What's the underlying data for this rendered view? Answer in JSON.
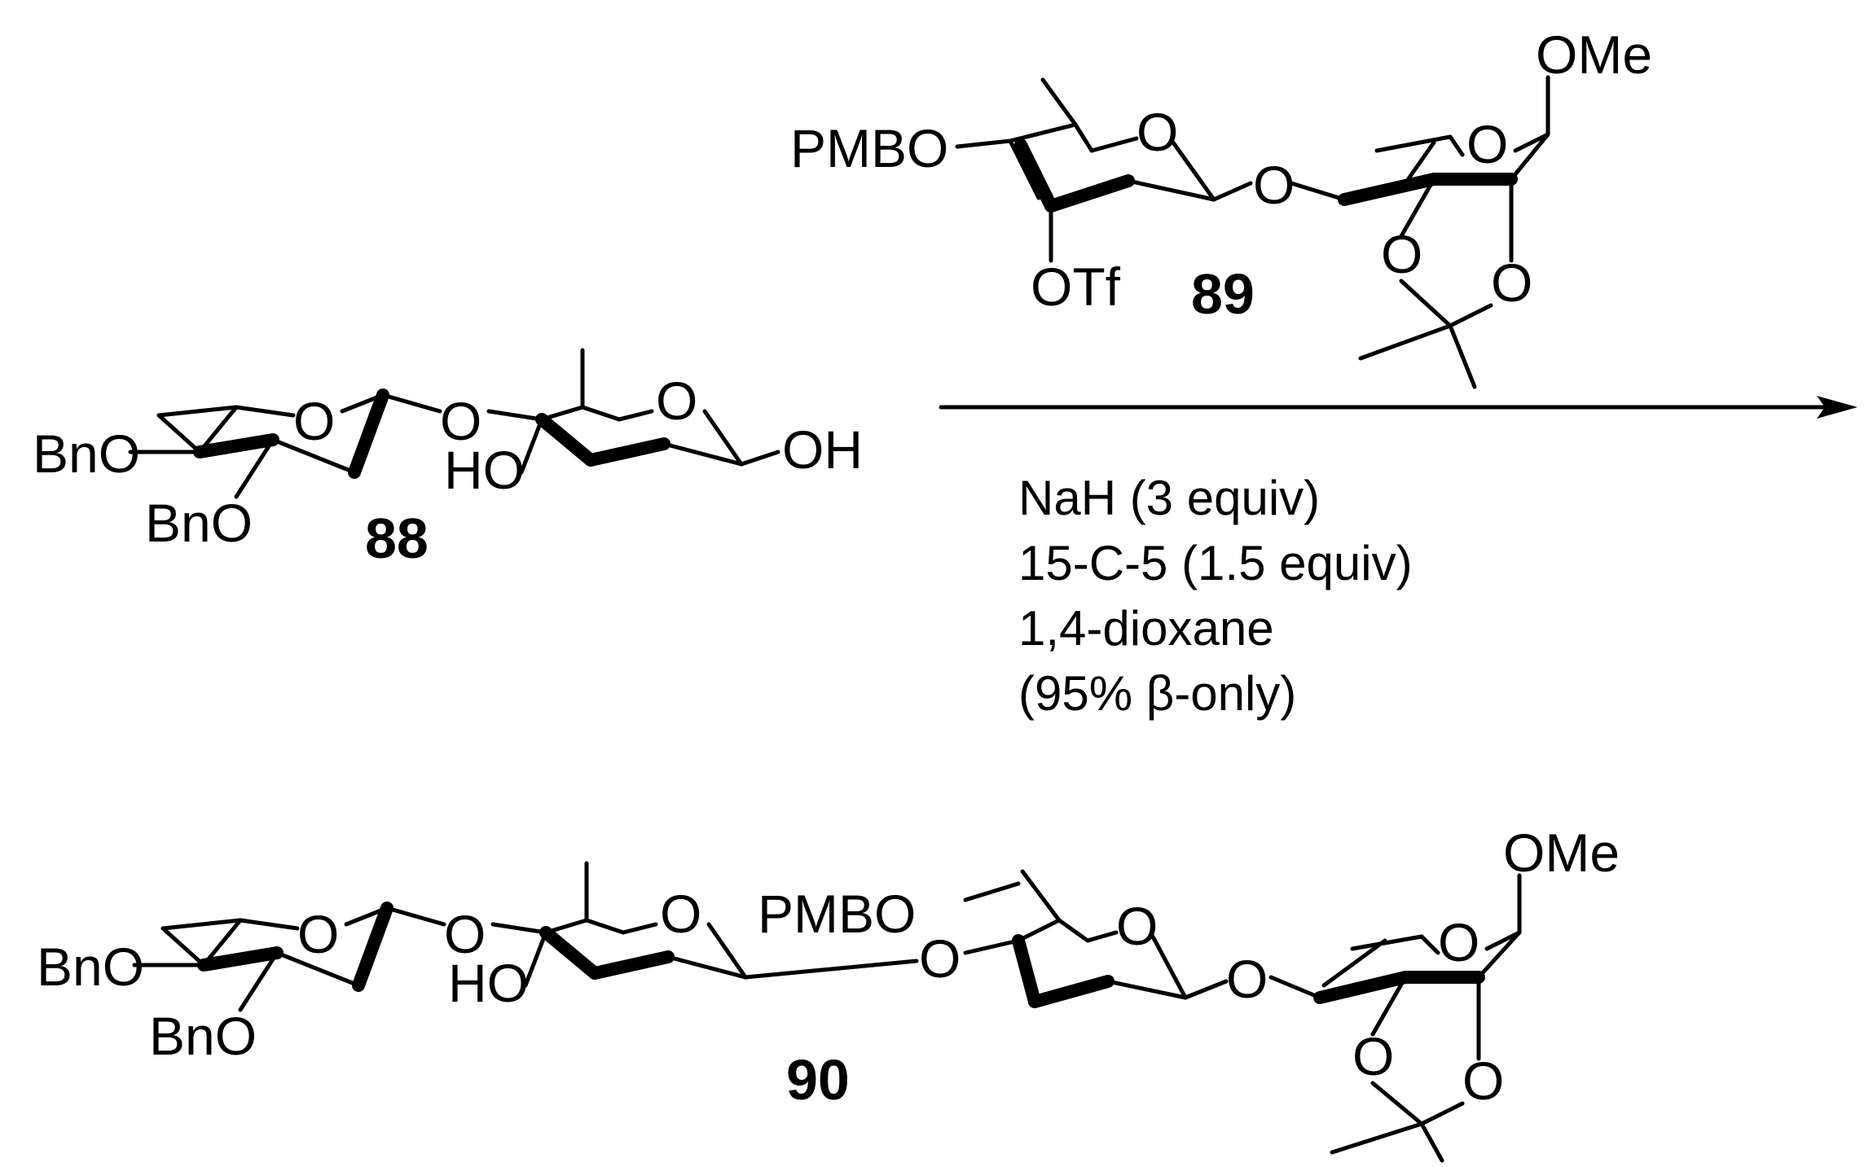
{
  "labels": {
    "pmbo": "PMBO",
    "ome": "OMe",
    "o": "O",
    "otf": "OTf",
    "bno": "BnO",
    "ho": "HO",
    "oh": "OH"
  },
  "compounds": {
    "donor": "89",
    "acceptor": "88",
    "product": "90"
  },
  "conditions": [
    "NaH (3 equiv)",
    "15-C-5 (1.5 equiv)",
    "1,4-dioxane",
    "(95% β-only)"
  ],
  "colors": {
    "ink": "#000000",
    "background": "#ffffff"
  }
}
